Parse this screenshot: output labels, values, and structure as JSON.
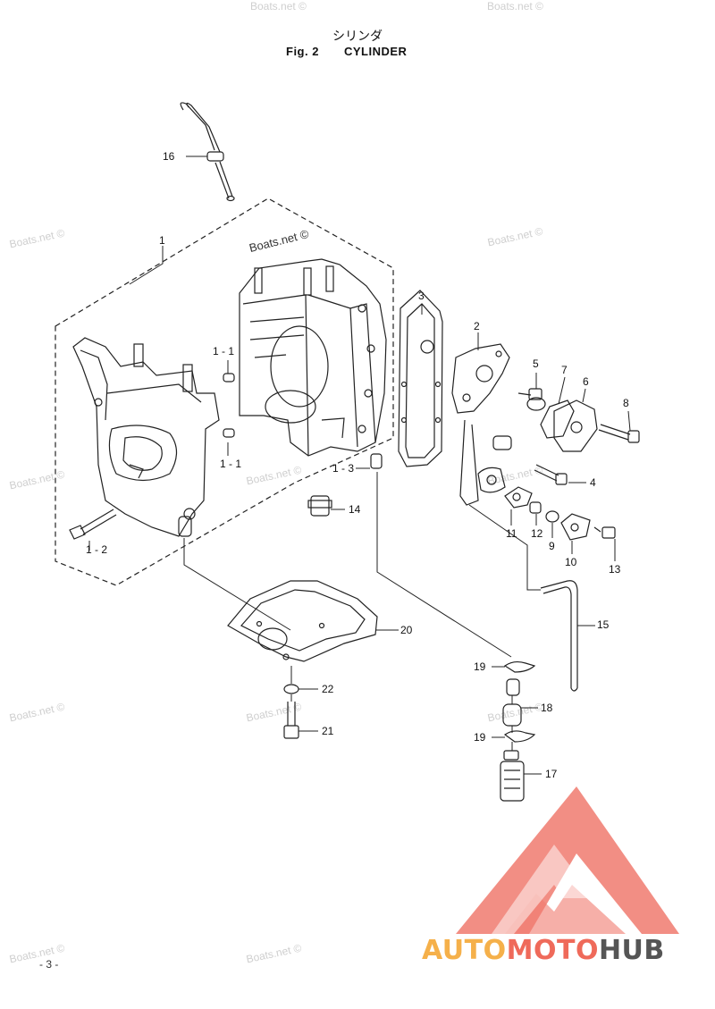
{
  "header": {
    "title_jp": "シリンダ",
    "fig_label": "Fig. 2",
    "title_en": "CYLINDER"
  },
  "watermarks": [
    "Boats.net ©",
    "Boats.net ©",
    "Boats.net ©",
    "Boats.net ©",
    "Boats.net ©",
    "Boats.net ©",
    "Boats.net ©",
    "Boats.net ©",
    "Boats.net ©",
    "Boats.net ©",
    "Boats.net ©",
    "Boats.net ©"
  ],
  "feature_watermark": "Boats.net ©",
  "callouts": {
    "c1": "1",
    "c1_1a": "1 - 1",
    "c1_1b": "1 - 1",
    "c1_2": "1 - 2",
    "c1_3": "1 - 3",
    "c2": "2",
    "c3": "3",
    "c4": "4",
    "c5": "5",
    "c6": "6",
    "c7": "7",
    "c8": "8",
    "c9": "9",
    "c10": "10",
    "c11": "11",
    "c12": "12",
    "c13": "13",
    "c14": "14",
    "c15": "15",
    "c16": "16",
    "c17": "17",
    "c18": "18",
    "c19a": "19",
    "c19b": "19",
    "c20": "20",
    "c21": "21",
    "c22": "22"
  },
  "page_number": "- 3 -",
  "brand": {
    "part1": "AUTO",
    "part2": "MOTO",
    "part3": "HUB"
  },
  "colors": {
    "logo_red": "#f07a6e",
    "logo_orange": "#f5b04a",
    "logo_gray": "#555555",
    "line": "#222222"
  }
}
